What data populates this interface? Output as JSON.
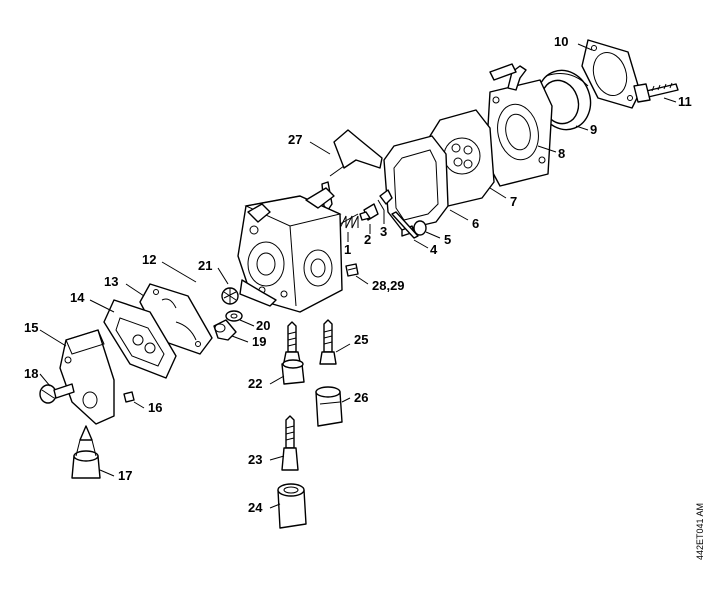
{
  "callouts": {
    "c1": "1",
    "c2": "2",
    "c3": "3",
    "c4": "4",
    "c5": "5",
    "c6": "6",
    "c7": "7",
    "c8": "8",
    "c9": "9",
    "c10": "10",
    "c11": "11",
    "c12": "12",
    "c13": "13",
    "c14": "14",
    "c15": "15",
    "c16": "16",
    "c17": "17",
    "c18": "18",
    "c19": "19",
    "c20": "20",
    "c21": "21",
    "c22": "22",
    "c23": "23",
    "c24": "24",
    "c25": "25",
    "c26": "26",
    "c27": "27",
    "c2829": "28,29"
  },
  "drawing_code": "442ET041 AM"
}
